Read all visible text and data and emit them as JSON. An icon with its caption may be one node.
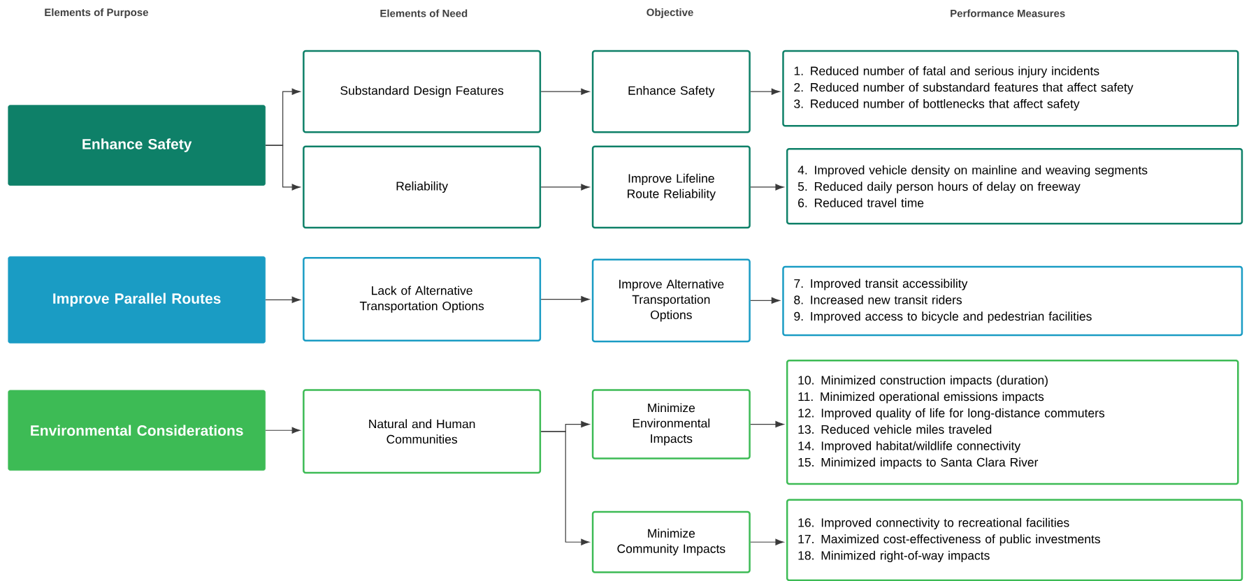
{
  "diagram": {
    "nodes": [
      {
        "text": [
          "Enhance Safety"
        ]
      },
      {
        "text": [
          "Substandard Design Features"
        ]
      },
      {
        "text": [
          "Enhance Safety"
        ]
      },
      {
        "text": [
          "1. Reduced number of fatal and serious injury incidents",
          "2. Reduced number of substandard features that affect safety",
          "3. Reduced number of bottlenecks that affect safety"
        ]
      },
      {
        "text": [
          "Reliability"
        ]
      },
      {
        "text": [
          "Improve Lifeline Route Reliability"
        ]
      },
      {
        "text": [
          "4. Improved vehicle density on mainline and weaving segments",
          "5. Reduced daily person hours of delay on freeway",
          "6. Reduced travel time"
        ]
      },
      {
        "text": [
          "Improve Parallel Routes"
        ]
      },
      {
        "text": [
          "Lack of Alternative Transportation Options"
        ]
      },
      {
        "text": [
          "Improve Alternative Transportation Options"
        ]
      },
      {
        "text": [
          "7. Improved transit accessibility",
          "8. Increased new transit riders",
          "9. Improved access to bicycle and pedestrian facilities"
        ]
      },
      {
        "text": [
          "Environmental Considerations"
        ]
      },
      {
        "text": [
          "Natural and Human Communities"
        ]
      },
      {
        "text": [
          "Minimize Environmental Impacts"
        ]
      },
      {
        "text": [
          "10. Minimized construction impacts (duration)",
          "11. Minimized operational emissions impacts",
          "12. Improved quality of life for long-distance commuters",
          "13. Reduced vehicle miles traveled",
          "14. Improved habitat/wildlife connectivity",
          "15. Minimized impacts to Santa Clara River"
        ]
      },
      {
        "text": [
          "Minimize Community Impacts"
        ]
      },
      {
        "text": [
          "16. Improved connectivity to recreational facilities",
          "17. Maximized cost-effectiveness of public investments",
          "18. Minimized right-of-way impacts"
        ]
      }
    ],
    "edges": [
      {
        "from": 0,
        "to": 1,
        "arrow": "to"
      },
      {
        "from": 0,
        "to": 4,
        "arrow": "to"
      },
      {
        "from": 1,
        "to": 2,
        "arrow": "to"
      },
      {
        "from": 2,
        "to": 3,
        "arrow": "to"
      },
      {
        "from": 4,
        "to": 5,
        "arrow": "to"
      },
      {
        "from": 5,
        "to": 6,
        "arrow": "to"
      },
      {
        "from": 7,
        "to": 8,
        "arrow": "to"
      },
      {
        "from": 8,
        "to": 9,
        "arrow": "to"
      },
      {
        "from": 9,
        "to": 10,
        "arrow": "to"
      },
      {
        "from": 11,
        "to": 12,
        "arrow": "to"
      },
      {
        "from": 12,
        "to": 13,
        "arrow": "to"
      },
      {
        "from": 12,
        "to": 15,
        "arrow": "to"
      },
      {
        "from": 13,
        "to": 14,
        "arrow": "to"
      },
      {
        "from": 15,
        "to": 16,
        "arrow": "to"
      }
    ],
    "labels": [
      "Elements of Purpose",
      "Elements of Need",
      "Objective",
      "Performance Measures"
    ]
  }
}
